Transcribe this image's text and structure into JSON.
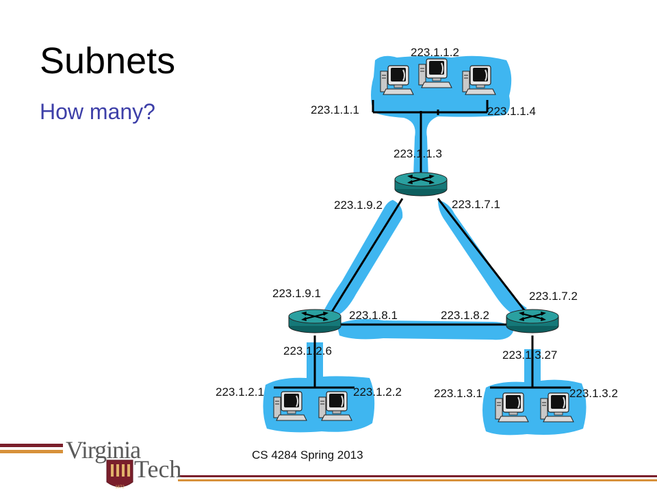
{
  "slide": {
    "title": "Subnets",
    "subtitle": "How many?",
    "footer": "CS 4284 Spring 2013"
  },
  "logo": {
    "line1": "Virginia",
    "line2": "Tech",
    "year": "1872"
  },
  "colors": {
    "subnet_fill": "#3fb6f0",
    "router_fill": "#1f8a8a",
    "brand_maroon": "#7a1f2b",
    "brand_orange": "#d7913a",
    "subtitle": "#3d3fa8"
  },
  "addresses": {
    "top_host_2": "223.1.1.2",
    "top_host_1": "223.1.1.1",
    "top_host_4": "223.1.1.4",
    "top_router": "223.1.1.3",
    "top_router_left": "223.1.9.2",
    "top_router_right": "223.1.7.1",
    "left_router_up": "223.1.9.1",
    "right_router_up": "223.1.7.2",
    "left_router_right": "223.1.8.1",
    "right_router_left": "223.1.8.2",
    "left_router_down": "223.1.2.6",
    "right_router_down": "223.1.3.27",
    "bl_host_1": "223.1.2.1",
    "bl_host_2": "223.1.2.2",
    "br_host_1": "223.1.3.1",
    "br_host_2": "223.1.3.2"
  },
  "icons": [
    "router-icon",
    "computer-icon"
  ]
}
